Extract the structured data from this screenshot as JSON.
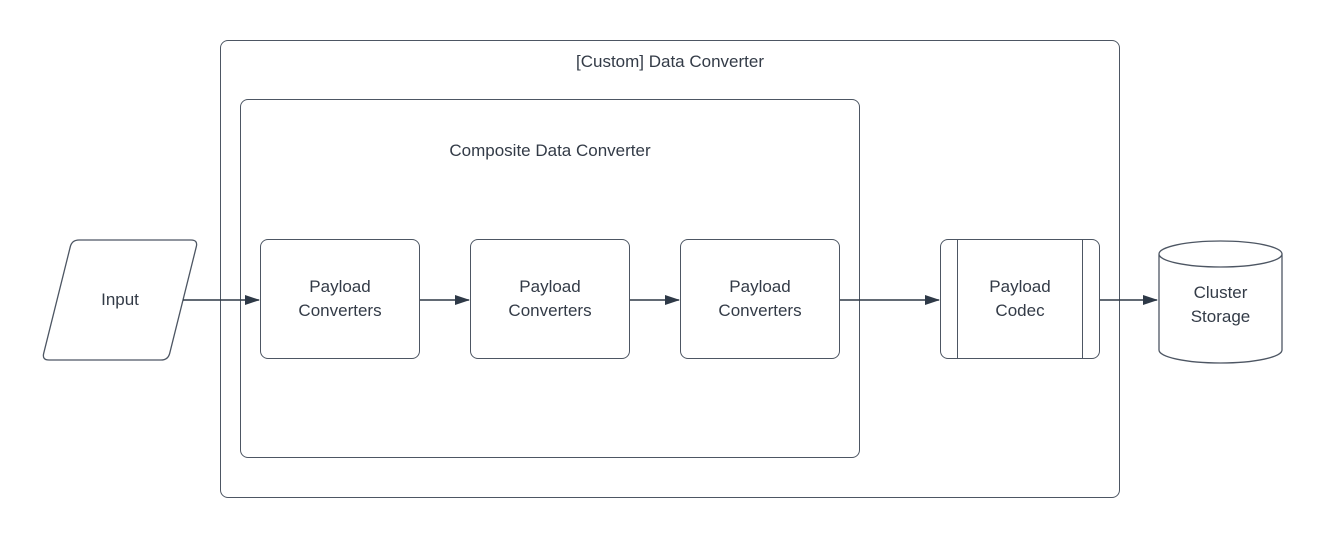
{
  "diagram": {
    "containers": {
      "custom_data_converter": {
        "label": "[Custom] Data Converter"
      },
      "composite_data_converter": {
        "label": "Composite Data Converter"
      }
    },
    "nodes": {
      "input": {
        "label": "Input",
        "shape": "parallelogram"
      },
      "payload_converter_1": {
        "label": "Payload Converters",
        "shape": "rounded-rectangle"
      },
      "payload_converter_2": {
        "label": "Payload Converters",
        "shape": "rounded-rectangle"
      },
      "payload_converter_3": {
        "label": "Payload Converters",
        "shape": "rounded-rectangle"
      },
      "payload_codec": {
        "label": "Payload Codec",
        "shape": "predefined-process"
      },
      "cluster_storage": {
        "label": "Cluster Storage",
        "shape": "cylinder"
      }
    },
    "edges": [
      {
        "from": "input",
        "to": "payload_converter_1"
      },
      {
        "from": "payload_converter_1",
        "to": "payload_converter_2"
      },
      {
        "from": "payload_converter_2",
        "to": "payload_converter_3"
      },
      {
        "from": "payload_converter_3",
        "to": "payload_codec"
      },
      {
        "from": "payload_codec",
        "to": "cluster_storage"
      }
    ]
  },
  "colors": {
    "stroke": "#4d5663",
    "text": "#333b47",
    "arrow": "#2e3947",
    "background": "#ffffff"
  }
}
